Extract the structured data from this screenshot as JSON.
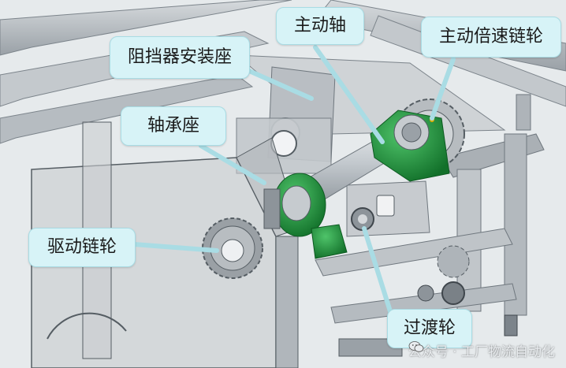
{
  "labels": {
    "main_shaft": "主动轴",
    "main_speed_sprocket": "主动倍速链轮",
    "stopper_mount_seat": "阻挡器安装座",
    "bearing_seat": "轴承座",
    "drive_sprocket": "驱动链轮",
    "transition_wheel": "过渡轮"
  },
  "watermark": {
    "text": "公众号 · 工厂物流自动化",
    "icon": "wechat-icon"
  },
  "colors": {
    "callout_bg": "#d7f3f7",
    "leader_line": "#a9dce4",
    "bearing_green": "#1e9a3a",
    "frame_gray": "#b9bec4",
    "shaft_gray": "#c9ced3"
  }
}
